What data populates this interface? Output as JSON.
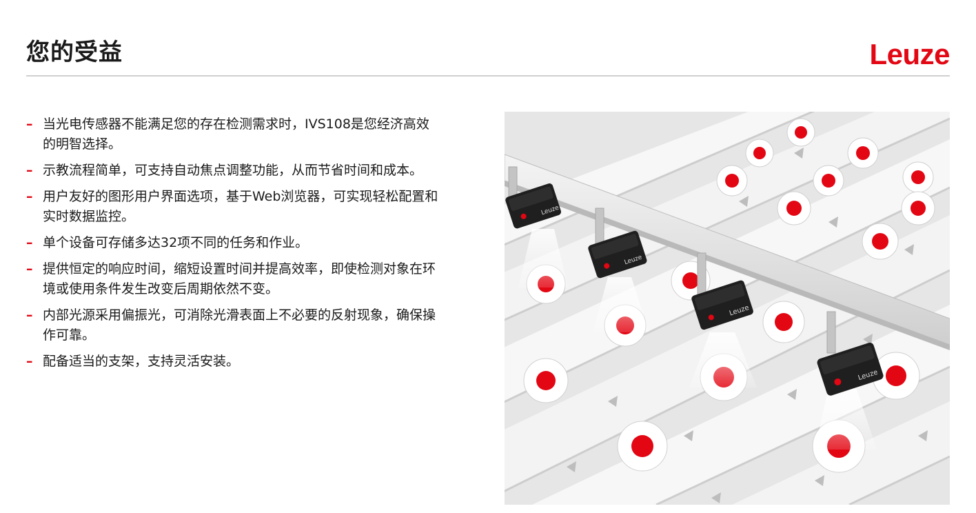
{
  "header": {
    "title": "您的受益",
    "logo_text": "Leuze"
  },
  "benefits": [
    "当光电传感器不能满足您的存在检测需求时，IVS108是您经济高效的明智选择。",
    "示教流程简单，可支持自动焦点调整功能，从而节省时间和成本。",
    "用户友好的图形用户界面选项，基于Web浏览器，可实现轻松配置和实时数据监控。",
    "单个设备可存储多达32项不同的任务和作业。",
    "提供恒定的响应时间，缩短设置时间并提高效率，即使检测对象在环境或使用条件发生改变后周期依然不变。",
    "内部光源采用偏振光，可消除光滑表面上不必要的反射现象，确保操作可靠。",
    "配备适当的支架，支持灵活安装。"
  ],
  "bullet_symbol": "–",
  "colors": {
    "brand_red": "#e30613",
    "text": "#1a1a1a",
    "rule": "#cfcfcf"
  },
  "image": {
    "sensor_label": "Leuze"
  }
}
